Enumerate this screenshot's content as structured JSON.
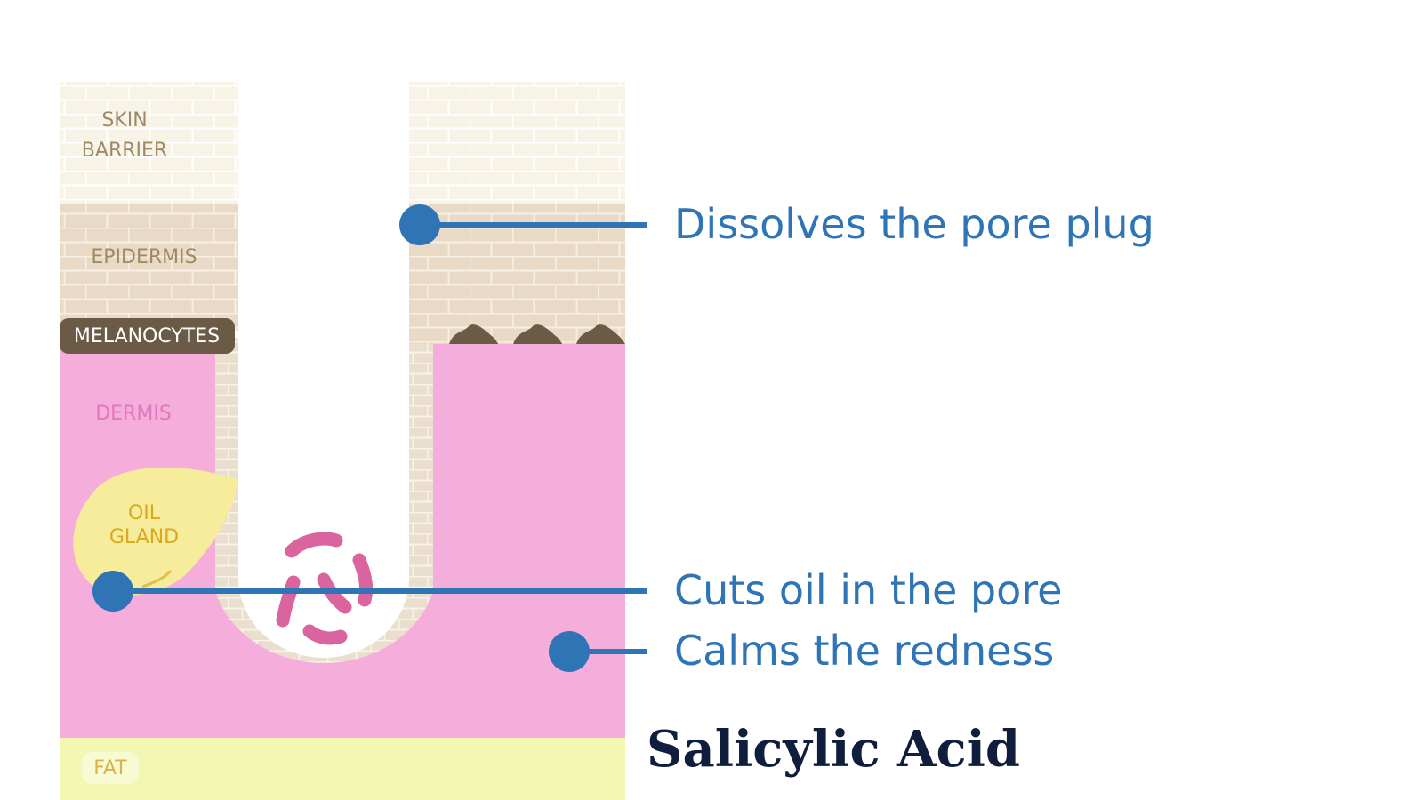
{
  "title": "Salicylic Acid",
  "layers": {
    "skin_barrier_line1": "SKIN",
    "skin_barrier_line2": "BARRIER",
    "epidermis": "EPIDERMIS",
    "melanocytes": "MELANOCYTES",
    "dermis": "DERMIS",
    "oil_gland_line1": "OIL",
    "oil_gland_line2": "GLAND",
    "fat": "FAT"
  },
  "callouts": [
    {
      "text": "Dissolves the pore plug"
    },
    {
      "text": "Cuts oil in the pore"
    },
    {
      "text": "Calms the redness"
    }
  ],
  "colors": {
    "callout": "#2f74b5",
    "title": "#0f1e3c",
    "skin_barrier": "#f8f3e7",
    "epidermis": "#e8dac6",
    "melanocytes": "#6b5a45",
    "dermis": "#f5aedb",
    "fat": "#f2f7b4",
    "oil_gland": "#f7ec9c",
    "bacteria": "#d9649e"
  }
}
